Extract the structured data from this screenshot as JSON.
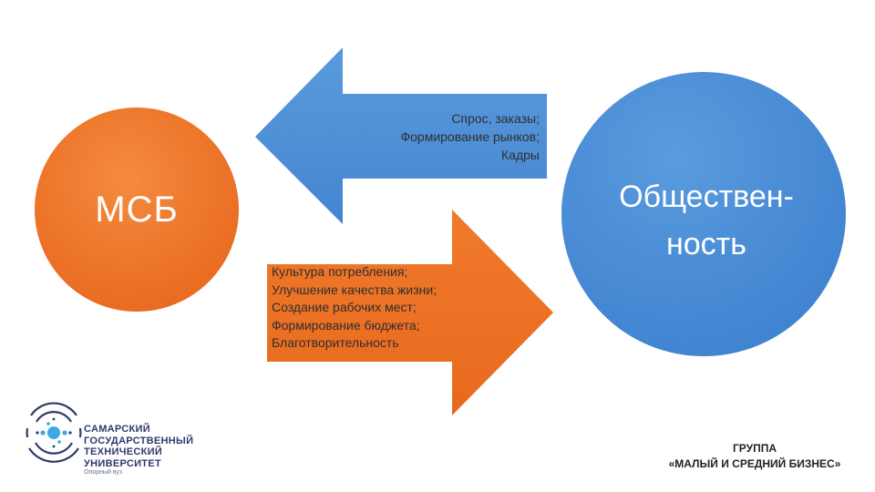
{
  "nodes": {
    "left_circle": {
      "label": "МСБ",
      "color": "#EE7224"
    },
    "right_circle": {
      "label_lines": [
        "Обществен-",
        "ность"
      ],
      "color": "#4C8FD6"
    }
  },
  "arrows": {
    "to_left": {
      "color": "#4C8FD6",
      "lines": [
        "Спрос, заказы;",
        "Формирование рынков;",
        "Кадры"
      ]
    },
    "to_right": {
      "color": "#EE7224",
      "lines": [
        "Культура потребления;",
        "Улучшение качества жизни;",
        "Создание рабочих мест;",
        "Формирование бюджета;",
        "Благотворительность"
      ]
    }
  },
  "logo": {
    "name_lines": [
      "САМАРСКИЙ",
      "ГОСУДАРСТВЕННЫЙ",
      "ТЕХНИЧЕСКИЙ",
      "УНИВЕРСИТЕТ"
    ],
    "subtitle": "Опорный вуз",
    "color": "#2f3b6b",
    "accent": "#3fa9e0"
  },
  "footer": {
    "lines": [
      "ГРУППА",
      "«МАЛЫЙ И СРЕДНИЙ БИЗНЕС»"
    ]
  }
}
